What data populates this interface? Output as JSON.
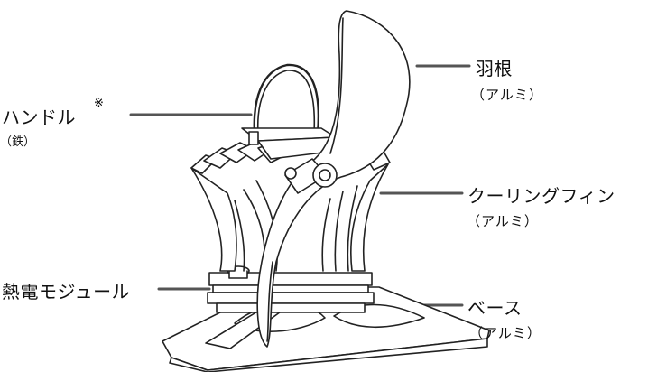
{
  "labels": {
    "handle": {
      "name": "ハンドル",
      "mark": "※",
      "material": "（鉄）"
    },
    "blade": {
      "name": "羽根",
      "material": "（アルミ）"
    },
    "fin": {
      "name": "クーリングフィン",
      "material": "（アルミ）"
    },
    "thermo": {
      "name": "熱電モジュール"
    },
    "base": {
      "name": "ベース",
      "material": "（アルミ）"
    }
  },
  "colors": {
    "line": "#222222",
    "leader": "#555555",
    "text": "#111111"
  }
}
